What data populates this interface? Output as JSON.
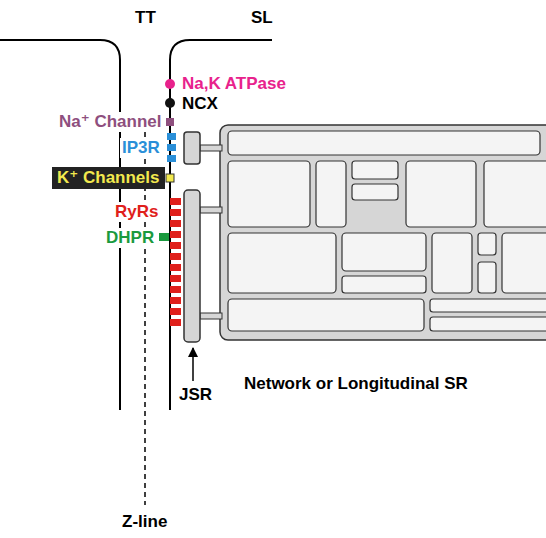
{
  "diagram": {
    "nodes": [
      {
        "text": [
          "K⁺ Channels"
        ]
      }
    ],
    "labels": [
      "TT",
      "SL",
      "Na,K ATPase",
      "NCX",
      "Na⁺ Channel",
      "IP3R",
      "RyRs",
      "DHPR",
      "JSR",
      "Network or Longitudinal SR",
      "Z-line"
    ]
  }
}
